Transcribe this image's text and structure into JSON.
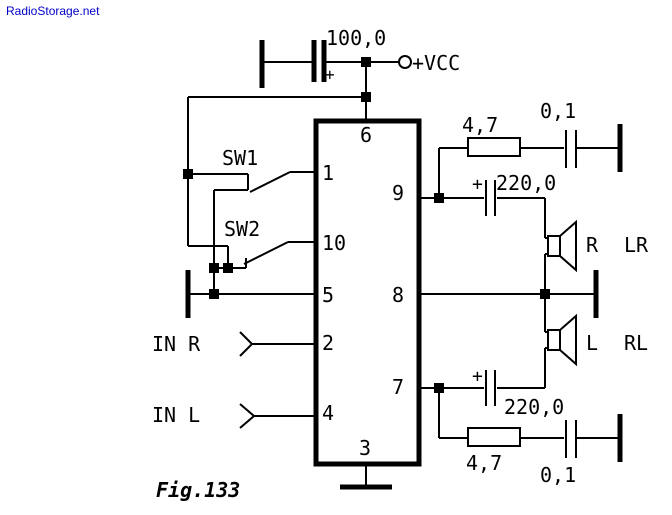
{
  "watermark": "RadioStorage.net",
  "figure_label": "Fig.133",
  "supply": {
    "capacitor": "100,0",
    "vcc": "+VCC",
    "plus": "+"
  },
  "switches": {
    "sw1": "SW1",
    "sw2": "SW2"
  },
  "pins": {
    "p1": "1",
    "p2": "2",
    "p3": "3",
    "p4": "4",
    "p5": "5",
    "p6": "6",
    "p7": "7",
    "p8": "8",
    "p9": "9",
    "p10": "10"
  },
  "inputs": {
    "in_r": "IN R",
    "in_l": "IN L"
  },
  "outputs": {
    "upper": {
      "resistor": "4,7",
      "capacitor": "0,1",
      "coupling_cap": "220,0",
      "plus": "+"
    },
    "lower": {
      "resistor": "4,7",
      "capacitor": "0,1",
      "coupling_cap": "220,0",
      "plus": "+"
    }
  },
  "speakers": {
    "right": {
      "label": "R",
      "channel": "LR"
    },
    "left": {
      "label": "L",
      "channel": "RL"
    }
  }
}
